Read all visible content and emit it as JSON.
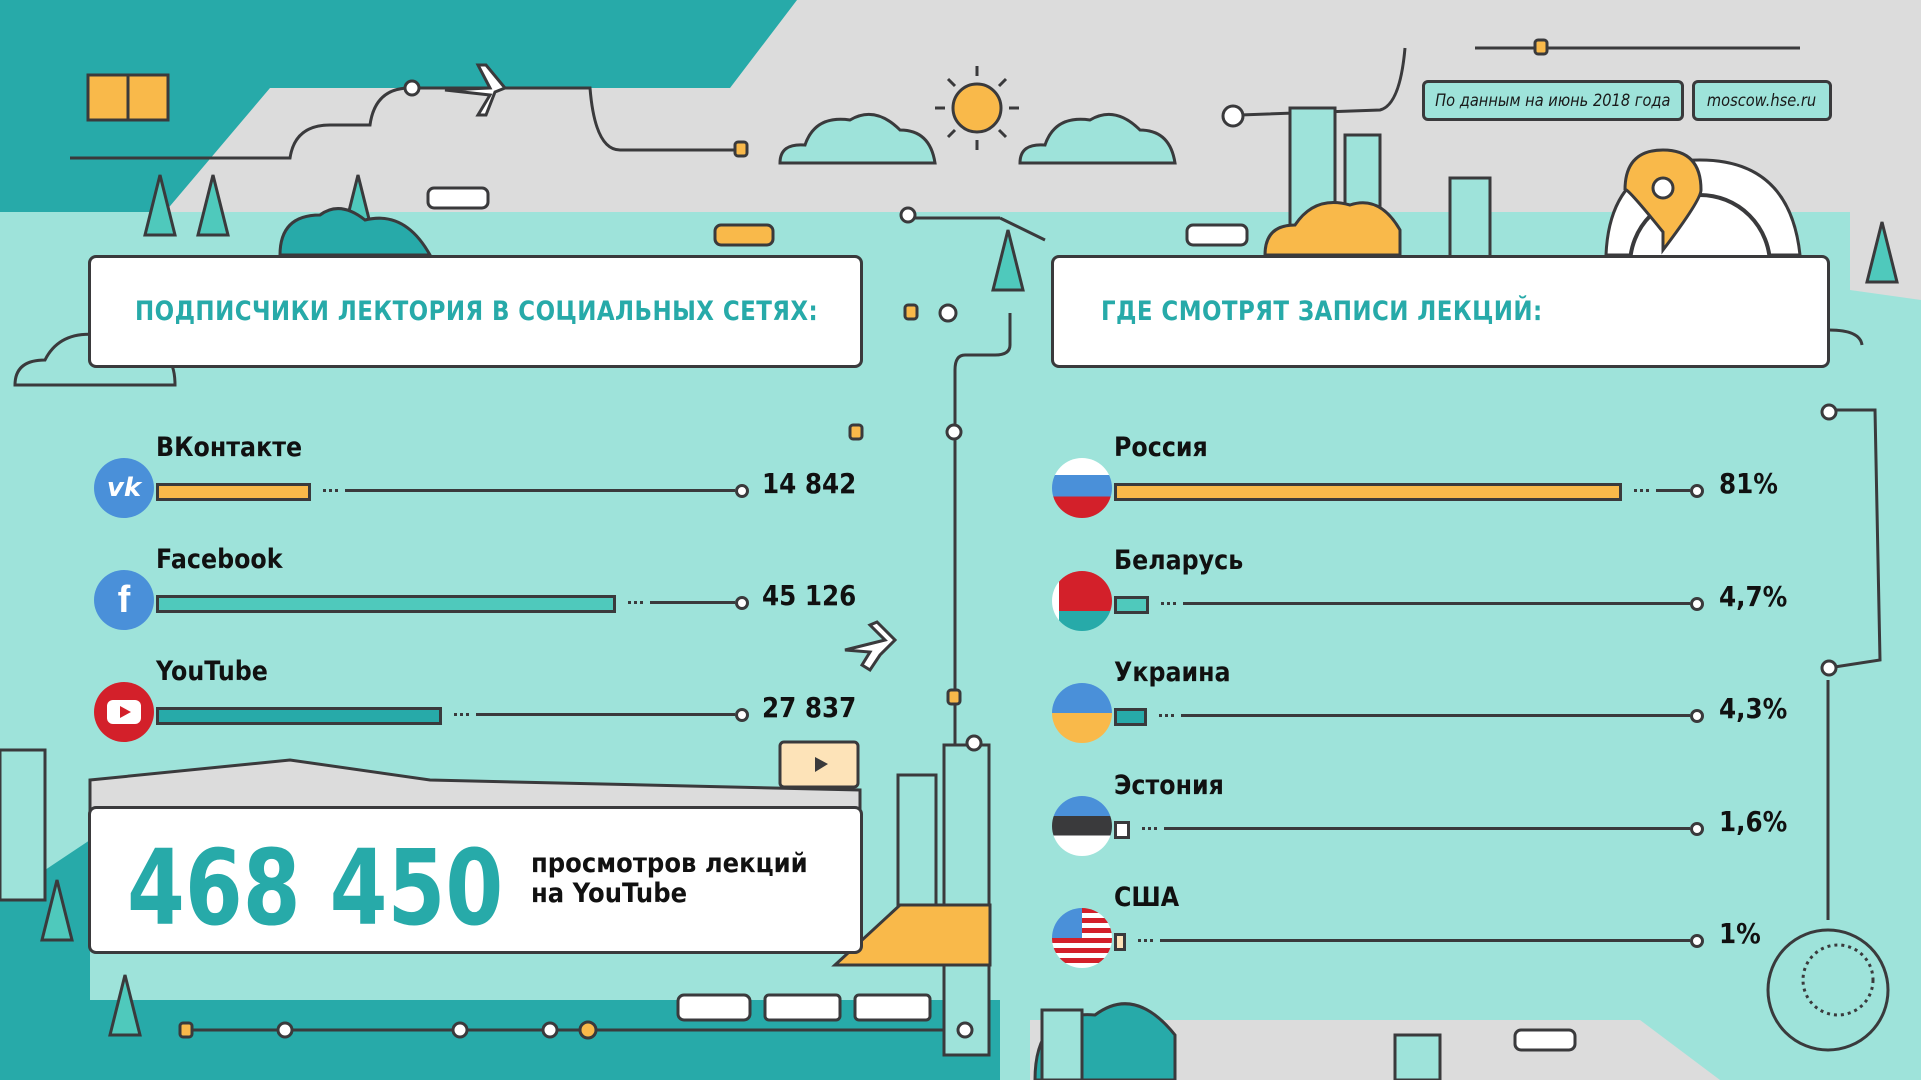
{
  "colors": {
    "teal": "#27aaa9",
    "mint": "#9ee3da",
    "gray": "#dcdcdc",
    "yellow": "#f9b94a",
    "dark": "#3a3a3c",
    "light_teal": "#4fc9bc"
  },
  "header_tags": {
    "date_note": "По данным на июнь 2018 года",
    "site": "moscow.hse.ru"
  },
  "social": {
    "title": "ПОДПИСЧИКИ ЛЕКТОРИЯ В СОЦИАЛЬНЫХ СЕТЯХ:",
    "items": [
      {
        "name": "ВКонтакте",
        "value": 14842,
        "display": "14 842",
        "icon": "vk-icon",
        "color": "#f9b94a"
      },
      {
        "name": "Facebook",
        "value": 45126,
        "display": "45 126",
        "icon": "facebook-icon",
        "color": "#4fc9bc"
      },
      {
        "name": "YouTube",
        "value": 27837,
        "display": "27 837",
        "icon": "youtube-icon",
        "color": "#27aaa9"
      }
    ]
  },
  "views": {
    "number": "468 450",
    "caption_line1": "просмотров лекций",
    "caption_line2": "на YouTube"
  },
  "countries": {
    "title": "ГДЕ СМОТРЯТ ЗАПИСИ ЛЕКЦИЙ:",
    "items": [
      {
        "name": "Россия",
        "value": 81,
        "display": "81%",
        "flag": "russia-flag-icon",
        "color": "#f9b94a"
      },
      {
        "name": "Беларусь",
        "value": 4.7,
        "display": "4,7%",
        "flag": "belarus-flag-icon",
        "color": "#4fc9bc"
      },
      {
        "name": "Украина",
        "value": 4.3,
        "display": "4,3%",
        "flag": "ukraine-flag-icon",
        "color": "#27aaa9"
      },
      {
        "name": "Эстония",
        "value": 1.6,
        "display": "1,6%",
        "flag": "estonia-flag-icon",
        "color": "#ffffff"
      },
      {
        "name": "США",
        "value": 1,
        "display": "1%",
        "flag": "usa-flag-icon",
        "color": "#fde3b8"
      }
    ]
  }
}
